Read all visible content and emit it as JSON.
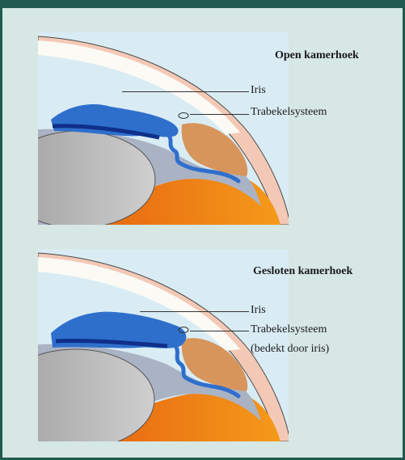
{
  "open_angle": {
    "heading": "Open kamerhoek",
    "labels": {
      "iris": "Iris",
      "trabecular": "Trabekelsysteem"
    }
  },
  "closed_angle": {
    "heading": "Gesloten kamerhoek",
    "labels": {
      "iris": "Iris",
      "trabecular": "Trabekelsysteem",
      "trabecular_note": "(bedekt door iris)"
    }
  },
  "colors": {
    "background": "#d6e7e4",
    "frame": "#1f5b4e",
    "cornea": "#f3c9b6",
    "sclera_white": "#fbfaf5",
    "lens": "#b5b5b5",
    "iris_blue": "#2f6fcc",
    "iris_dark": "#0f2f8a",
    "choroid_orange": "#f07a10",
    "ciliary_tan": "#d7955b"
  }
}
